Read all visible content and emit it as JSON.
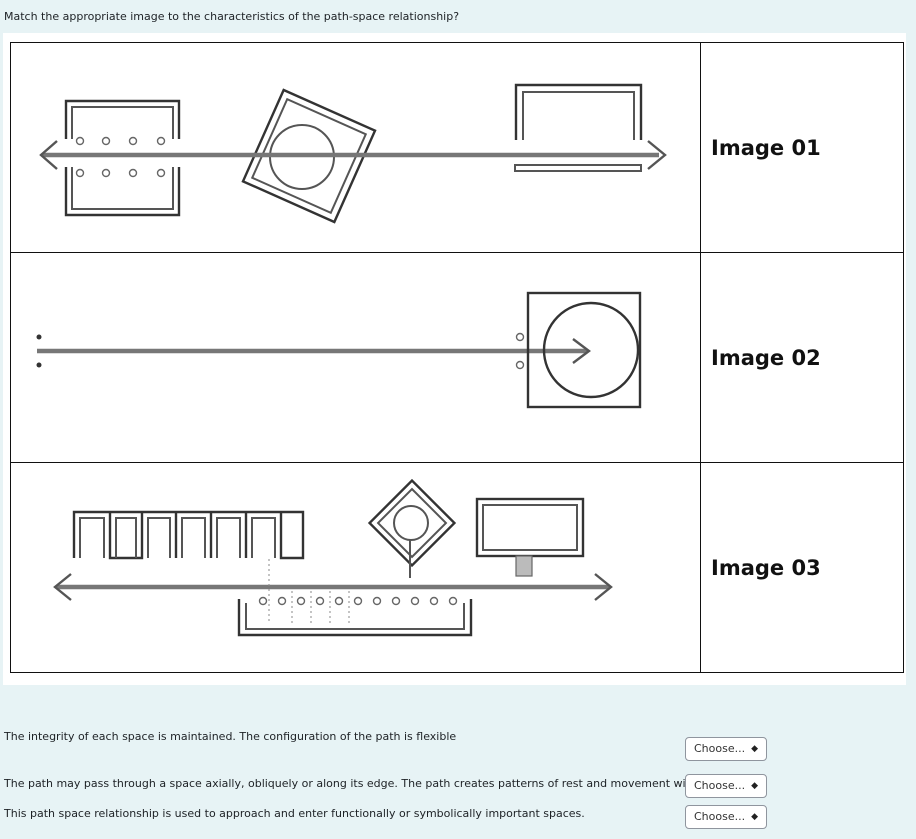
{
  "question": "Match the appropriate image to the characteristics of the path-space relationship?",
  "images": [
    {
      "label": "Image 01"
    },
    {
      "label": "Image 02"
    },
    {
      "label": "Image 03"
    }
  ],
  "matches": [
    {
      "text": "The integrity of each space is maintained. The configuration of the path is flexible",
      "selected": "Choose..."
    },
    {
      "text": "The path may pass through a space axially, obliquely or along its edge. The path creates patterns of rest and movement within it.",
      "selected": "Choose..."
    },
    {
      "text": "This path space relationship is used to approach and enter functionally or symbolically important spaces.",
      "selected": "Choose..."
    }
  ],
  "icons": {
    "select_caret": "up-down-caret-icon"
  }
}
